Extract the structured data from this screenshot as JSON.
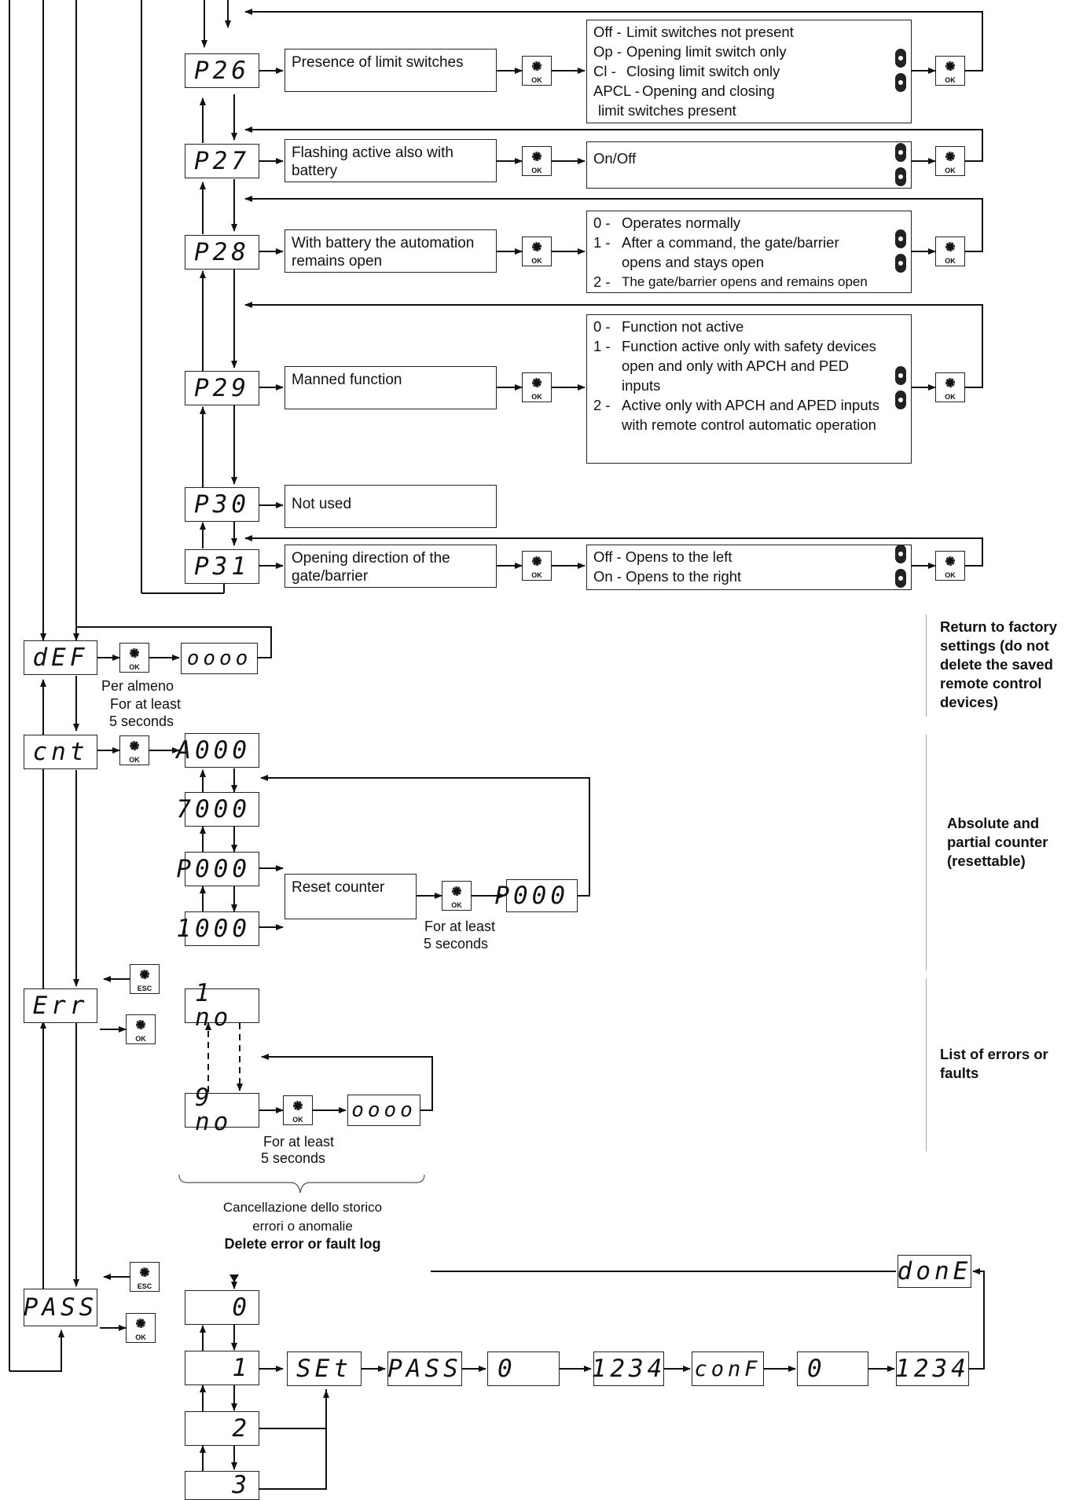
{
  "parameters": [
    {
      "code": "P26",
      "description": "Presence of limit switches",
      "options": [
        {
          "code": "Off -",
          "text": "Limit switches not present"
        },
        {
          "code": "Op -",
          "text": "Opening limit switch only"
        },
        {
          "code": "Cl -",
          "text": "Closing limit switch only"
        },
        {
          "code": "APCL -",
          "text": "Opening and closing"
        },
        {
          "code": "",
          "text": "limit switches present"
        }
      ]
    },
    {
      "code": "P27",
      "description": "Flashing active also with battery",
      "options": [
        {
          "code": "",
          "text": "On/Off"
        }
      ]
    },
    {
      "code": "P28",
      "description": "With battery the automation remains open",
      "options": [
        {
          "code": "0 -",
          "text": "Operates normally"
        },
        {
          "code": "1 -",
          "text": "After a command, the gate/barrier opens and stays open"
        },
        {
          "code": "2 -",
          "text": "The gate/barrier opens and remains open"
        }
      ]
    },
    {
      "code": "P29",
      "description": "Manned function",
      "options": [
        {
          "code": "0 -",
          "text": "Function not active"
        },
        {
          "code": "1 -",
          "text": "Function active only with safety devices open and only with APCH and PED inputs"
        },
        {
          "code": "2 -",
          "text": "Active only with APCH and APED inputs with remote control automatic operation"
        }
      ]
    },
    {
      "code": "P30",
      "description": "Not used",
      "options": []
    },
    {
      "code": "P31",
      "description": "Opening direction of the gate/barrier",
      "options": [
        {
          "code": "",
          "text": "Off - Opens to the left"
        },
        {
          "code": "",
          "text": "On - Opens to the right"
        }
      ]
    }
  ],
  "buttons": {
    "ok": "OK",
    "esc": "ESC"
  },
  "def": {
    "code": "dEF",
    "result": "oooo",
    "note1": "Per almeno",
    "note2": "For at least",
    "note3": "5 seconds",
    "side": "Return to factory settings (do not delete the saved remote control devices)"
  },
  "cnt": {
    "code": "cnt",
    "displays": [
      "A000",
      "7000",
      "P000",
      "1000"
    ],
    "reset_label": "Reset counter",
    "reset_result": "P000",
    "note1": "For at least",
    "note2": "5 seconds",
    "side": "Absolute and partial counter (resettable)"
  },
  "err": {
    "code": "Err",
    "first": "1 no",
    "last": "9 no",
    "result": "oooo",
    "note1": "For at least",
    "note2": "5 seconds",
    "side": "List of errors or faults",
    "caption_it_1": "Cancellazione dello storico",
    "caption_it_2": "errori o anomalie",
    "caption_en": "Delete error or fault log"
  },
  "pass": {
    "code": "PASS",
    "levels": [
      "0",
      "1",
      "2",
      "3"
    ],
    "sequence": [
      "SEt",
      "PASS",
      "0",
      "1234",
      "conF",
      "0",
      "1234"
    ],
    "done": "donE"
  }
}
